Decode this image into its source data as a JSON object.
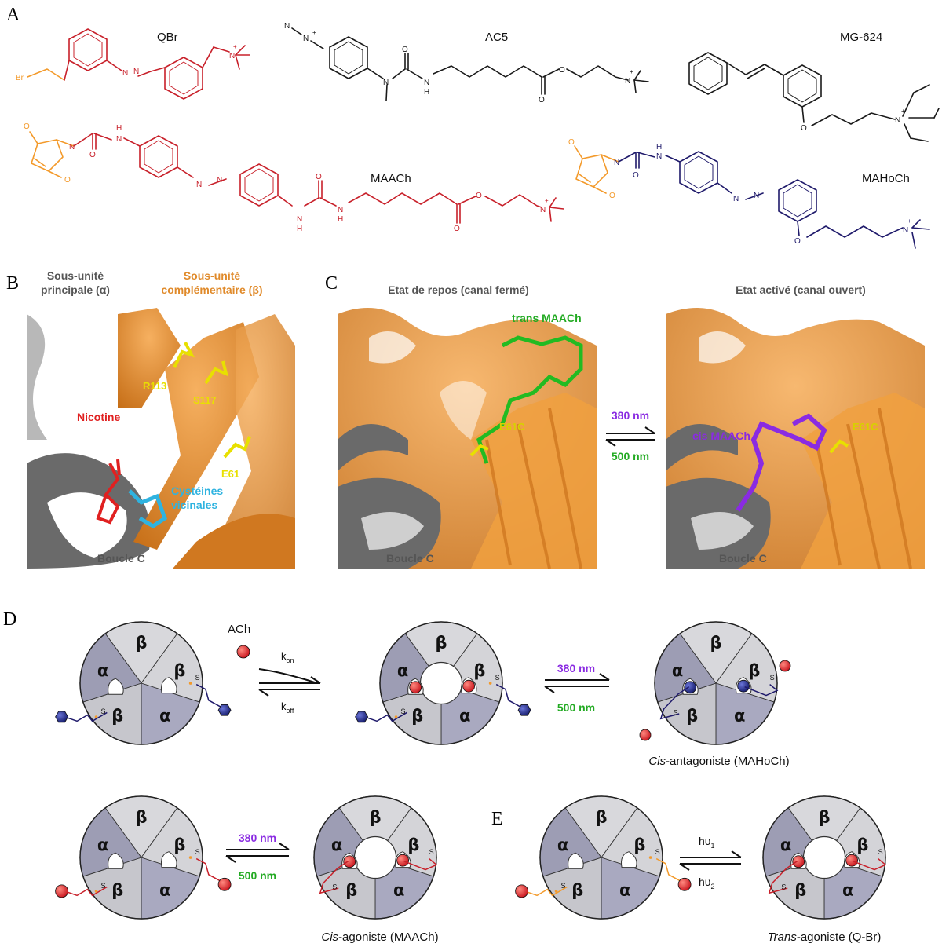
{
  "panels": {
    "A": {
      "letter": "A",
      "molecules": [
        {
          "name": "QBr",
          "atoms": [
            "Br",
            "N",
            "N",
            "N",
            "+"
          ]
        },
        {
          "name": "AC5",
          "atoms": [
            "N",
            "N",
            "+",
            "N",
            "O",
            "N",
            "H",
            "O",
            "O",
            "N",
            "+"
          ]
        },
        {
          "name": "MG-624",
          "atoms": [
            "O",
            "N",
            "+"
          ]
        },
        {
          "name": "MAACh",
          "atoms": [
            "O",
            "O",
            "N",
            "H",
            "N",
            "O",
            "N",
            "N",
            "O",
            "N",
            "H",
            "N",
            "H",
            "O",
            "O",
            "N",
            "+"
          ]
        },
        {
          "name": "MAHoCh",
          "atoms": [
            "O",
            "O",
            "N",
            "H",
            "N",
            "O",
            "N",
            "N",
            "O",
            "N",
            "+"
          ]
        }
      ]
    },
    "B": {
      "letter": "B",
      "title_left": [
        "Sous-unité",
        "principale (α)"
      ],
      "title_right": [
        "Sous-unité",
        "complémentaire (β)"
      ],
      "labels": {
        "nicotine": "Nicotine",
        "r113": "R113",
        "s117": "S117",
        "e61": "E61",
        "cys": [
          "Cystéines",
          "vicinales"
        ],
        "loop": "Boucle C"
      }
    },
    "C": {
      "letter": "C",
      "title_left": "Etat de repos (canal fermé)",
      "title_right": "Etat activé (canal ouvert)",
      "labels": {
        "trans": "trans MAACh",
        "cis": "cis MAACh",
        "e61c_left": "E61C",
        "e61c_right": "E61C",
        "loop_left": "Boucle C",
        "loop_right": "Boucle C",
        "nm380": "380 nm",
        "nm500": "500 nm"
      }
    },
    "D": {
      "letter": "D",
      "ach": "ACh",
      "kon": "k",
      "kon_sub": "on",
      "koff": "k",
      "koff_sub": "off",
      "nm380": "380 nm",
      "nm500": "500 nm",
      "cap_antag_italic": "Cis",
      "cap_antag_rest": "-antagoniste (MAHoCh)",
      "cap_ago_italic": "Cis",
      "cap_ago_rest": "-agoniste (MAACh)",
      "subunits": [
        "β",
        "β",
        "α",
        "β",
        "α"
      ],
      "sulfur": "S"
    },
    "E": {
      "letter": "E",
      "hv1": "hυ",
      "hv1_sub": "1",
      "hv2": "hυ",
      "hv2_sub": "2",
      "cap_italic": "Trans",
      "cap_rest": "-agoniste (Q-Br)"
    }
  },
  "colors": {
    "orange": "#f39a2b",
    "red": "#c8202a",
    "navy": "#1f1a6b",
    "black": "#1a1a1a",
    "purple": "#8a2be2",
    "green": "#22aa22",
    "yellow": "#d8d000",
    "cyan": "#2fb3e0",
    "protein": "#e08a2a",
    "grey": "#555555"
  }
}
